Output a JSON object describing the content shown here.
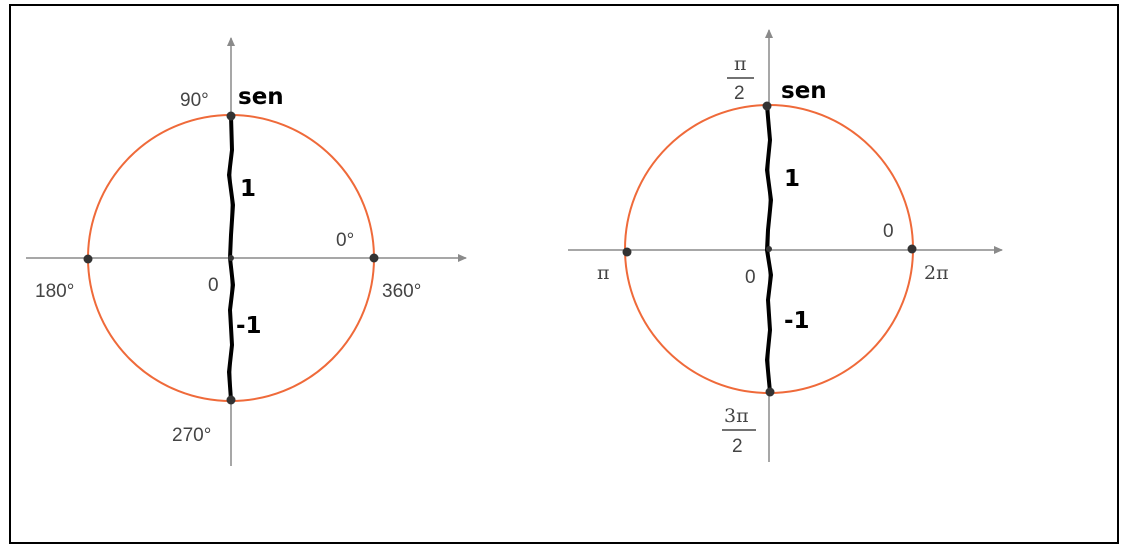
{
  "colors": {
    "circle": "#ef6a3a",
    "axis": "#8a8a8a",
    "segment": "#000000",
    "points": "#333333"
  },
  "left": {
    "top_label": "90°",
    "sen_label": "sen",
    "right_label": "0°",
    "right_label_2": "360°",
    "left_label": "180°",
    "bottom_label": "270°",
    "origin_label": "0",
    "upper_value": "1",
    "lower_value": "-1"
  },
  "right": {
    "top_num": "π",
    "top_den": "2",
    "sen_label": "sen",
    "right_label": "0",
    "right_label_2": "2π",
    "left_label": "π",
    "bottom_num": "3π",
    "bottom_den": "2",
    "origin_label": "0",
    "upper_value": "1",
    "lower_value": "-1"
  }
}
